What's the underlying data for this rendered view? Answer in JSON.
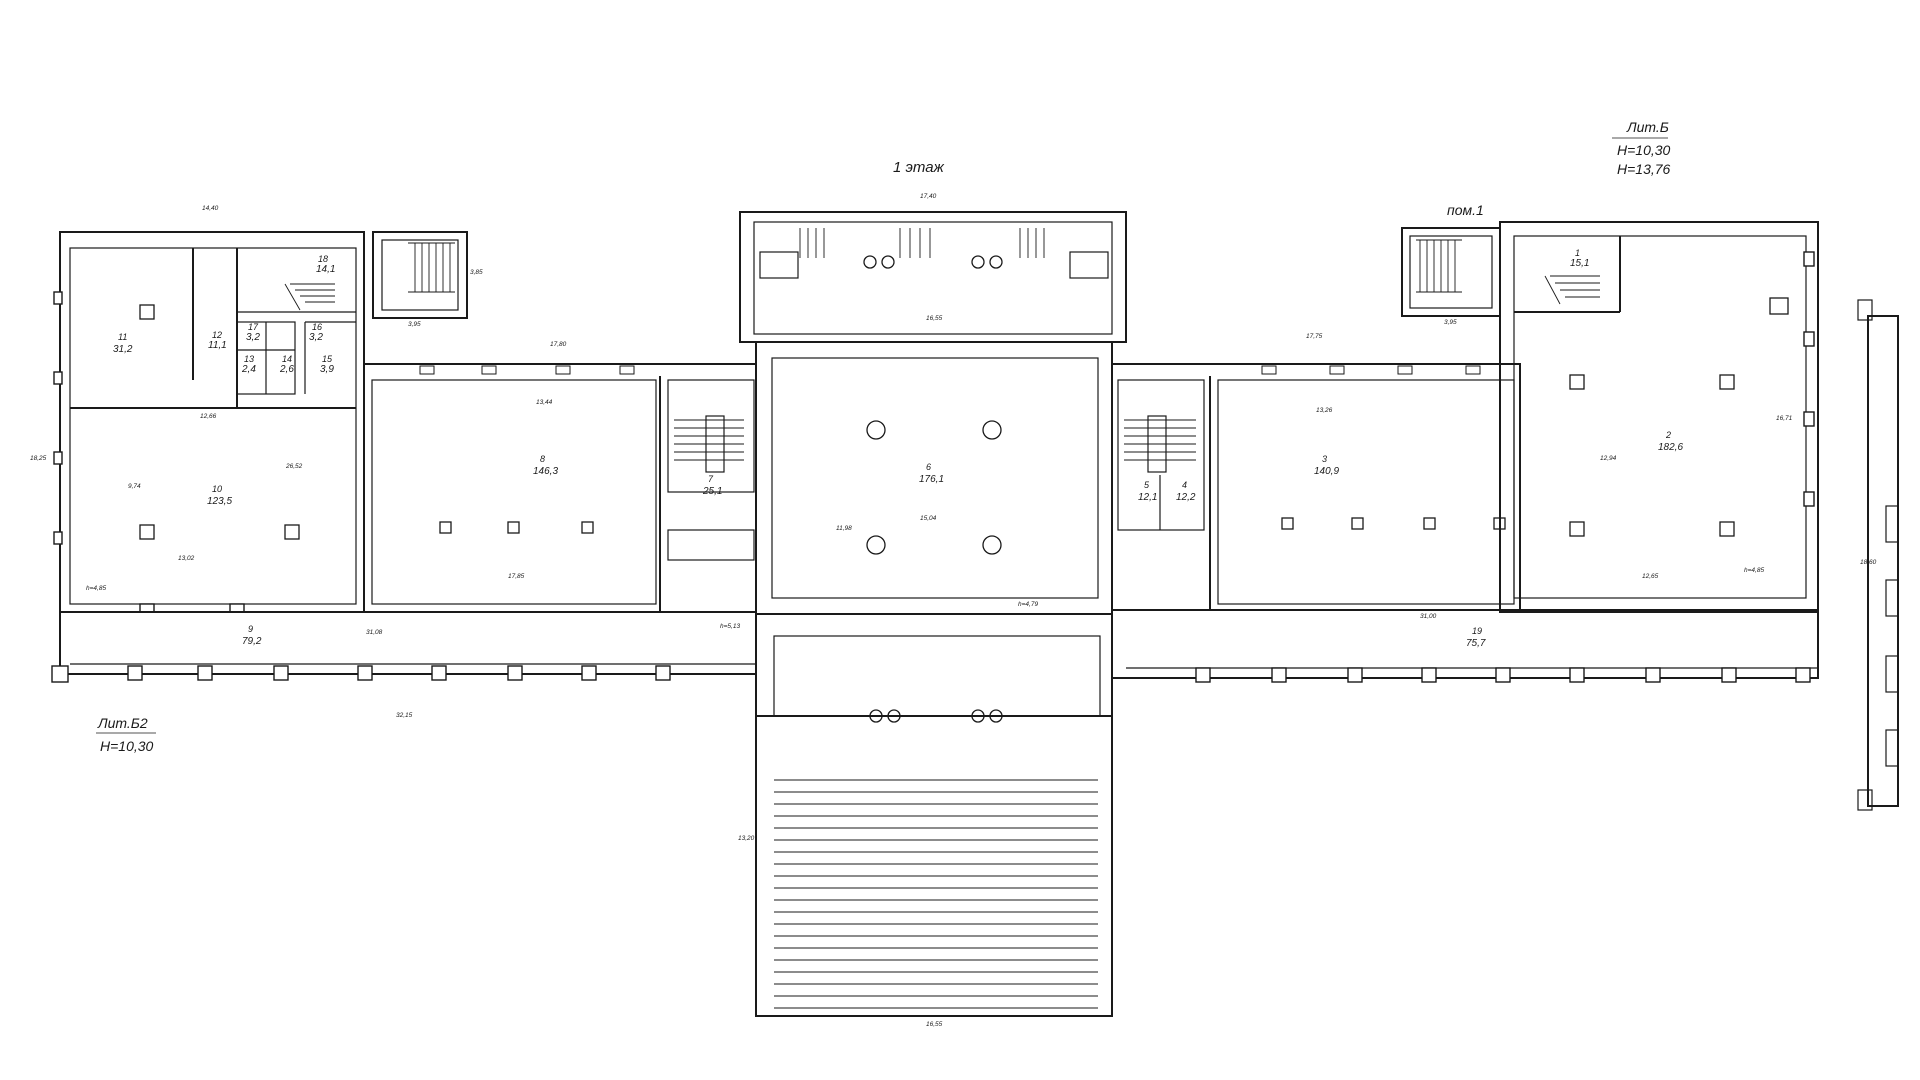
{
  "floor_title": "1 этаж",
  "room_label": "пом.1",
  "lit_b": {
    "name": "Лит.Б",
    "h1": "H=10,30",
    "h2": "H=13,76"
  },
  "lit_b2": {
    "name": "Лит.Б2",
    "h1": "H=10,30"
  },
  "rooms": [
    {
      "num": "1",
      "area": "15,1"
    },
    {
      "num": "2",
      "area": "182,6"
    },
    {
      "num": "3",
      "area": "140,9"
    },
    {
      "num": "4",
      "area": "12,2"
    },
    {
      "num": "5",
      "area": "12,1"
    },
    {
      "num": "6",
      "area": "176,1"
    },
    {
      "num": "7",
      "area": "25,1"
    },
    {
      "num": "8",
      "area": "146,3"
    },
    {
      "num": "9",
      "area": "79,2"
    },
    {
      "num": "10",
      "area": "123,5"
    },
    {
      "num": "11",
      "area": "31,2"
    },
    {
      "num": "12",
      "area": "11,1"
    },
    {
      "num": "13",
      "area": "2,4"
    },
    {
      "num": "14",
      "area": "2,6"
    },
    {
      "num": "15",
      "area": "3,9"
    },
    {
      "num": "16",
      "area": "3,2"
    },
    {
      "num": "17",
      "area": "3,2"
    },
    {
      "num": "18",
      "area": "14,1"
    },
    {
      "num": "19",
      "area": "75,7"
    }
  ],
  "dimensions": {
    "top_left_width": "14,40",
    "center_top_width": "17,40",
    "center_inner": "16,55",
    "center_bottom": "16,55",
    "left_corridor": "31,08",
    "right_corridor": "31,00",
    "left_gallery": "32,15",
    "left_hall_len": "17,80",
    "right_hall_len": "17,75",
    "left_hall_inner": "17,85",
    "hall8_width": "13,44",
    "hall3_width": "13,26",
    "hall6_width": "15,04",
    "hall6_depth": "11,98",
    "room10_len": "12,66",
    "room10_depth": "9,74",
    "room10_height": "13,02",
    "room10_width": "26,52",
    "room2_width": "12,65",
    "room2_depth": "12,94",
    "room2_height": "16,71",
    "left_height": "18,25",
    "right_height": "18,60",
    "ramp_len": "13,20",
    "stair_l": "3,95",
    "stair_r": "3,95",
    "stair_h": "3,85",
    "h_left": "h=4,85",
    "h_center": "h=4,79",
    "h_right": "h=4,85",
    "h_corr": "h=5,13"
  }
}
